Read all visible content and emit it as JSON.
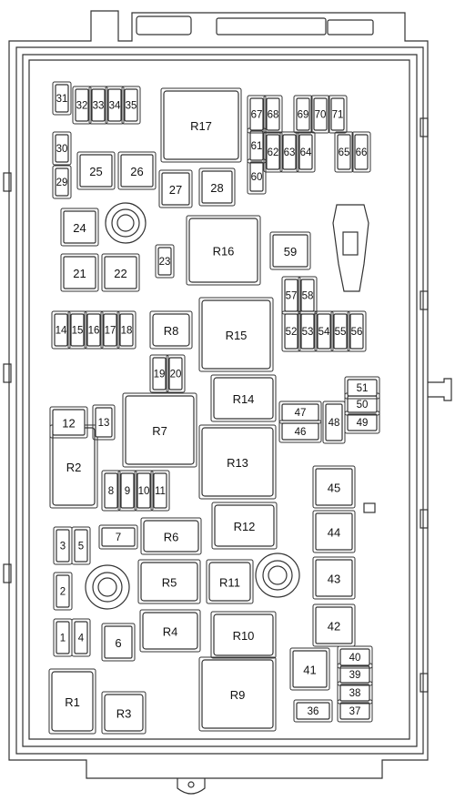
{
  "diagram": {
    "relays": [
      "R17",
      "R16",
      "R15",
      "R14",
      "R13",
      "R12",
      "R11",
      "R10",
      "R9",
      "R8",
      "R7",
      "R6",
      "R5",
      "R4",
      "R3",
      "R2",
      "R1"
    ],
    "fuses": [
      "1",
      "2",
      "3",
      "4",
      "5",
      "6",
      "7",
      "8",
      "9",
      "10",
      "11",
      "12",
      "13",
      "14",
      "15",
      "16",
      "17",
      "18",
      "19",
      "20",
      "21",
      "22",
      "23",
      "24",
      "25",
      "26",
      "27",
      "28",
      "29",
      "30",
      "31",
      "32",
      "33",
      "34",
      "35",
      "36",
      "37",
      "38",
      "39",
      "40",
      "41",
      "42",
      "43",
      "44",
      "45",
      "46",
      "47",
      "48",
      "49",
      "50",
      "51",
      "52",
      "53",
      "54",
      "55",
      "56",
      "57",
      "58",
      "59",
      "60",
      "61",
      "62",
      "63",
      "64",
      "65",
      "66",
      "67",
      "68",
      "69",
      "70",
      "71"
    ]
  },
  "colors": {
    "line": "#333333",
    "fill": "#ffffff",
    "background": "#ffffff"
  }
}
